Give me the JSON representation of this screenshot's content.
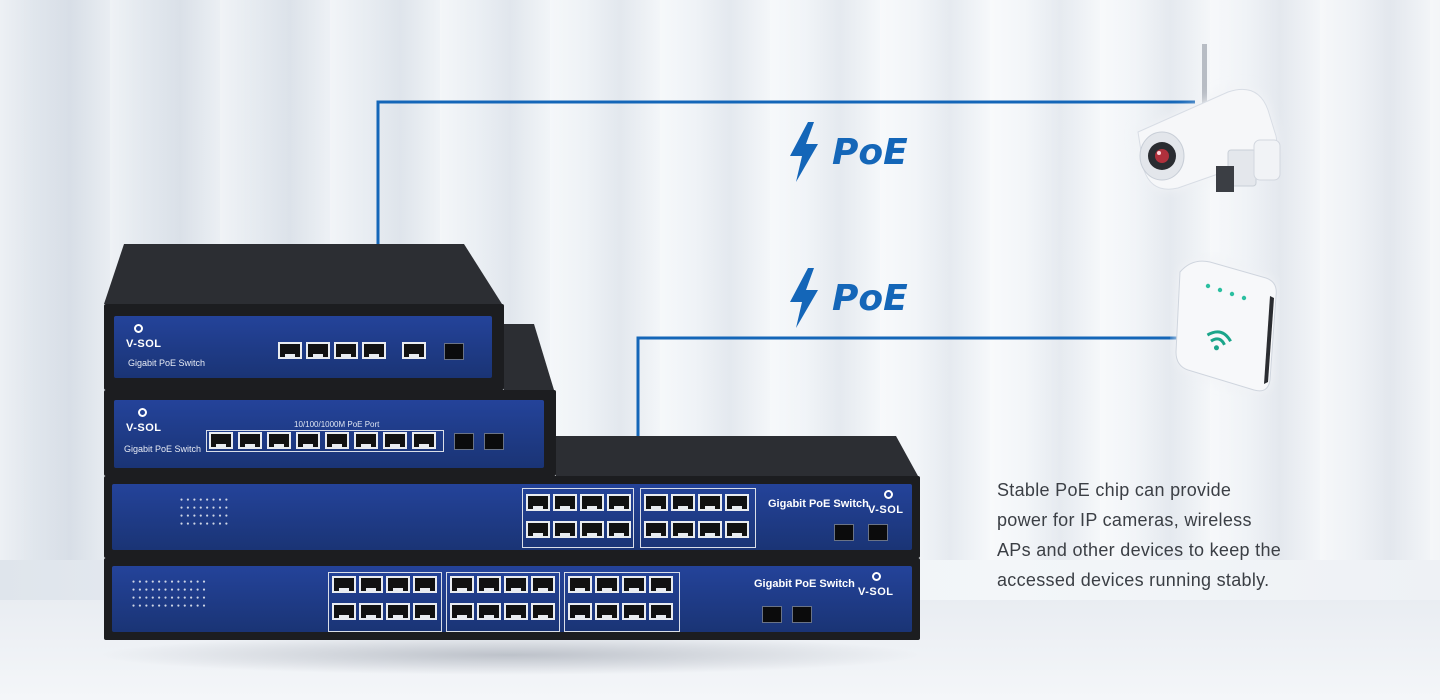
{
  "poe_labels": [
    "PoE",
    "PoE"
  ],
  "description": {
    "line1": "Stable PoE chip can provide",
    "line2": "power for IP cameras, wireless",
    "line3": "APs and other devices to keep the",
    "line4": "accessed devices running stably."
  },
  "switches": {
    "brand": "V-SOL",
    "model": "Gigabit PoE Switch",
    "port_label": "10/100/1000M PoE Port"
  },
  "icons": [
    "lightning-icon",
    "ip-camera",
    "wireless-ap",
    "wifi-icon"
  ],
  "colors": {
    "accent": "#1466b8",
    "switch_panel": "#1f3b82",
    "switch_body": "#1c1d20"
  }
}
